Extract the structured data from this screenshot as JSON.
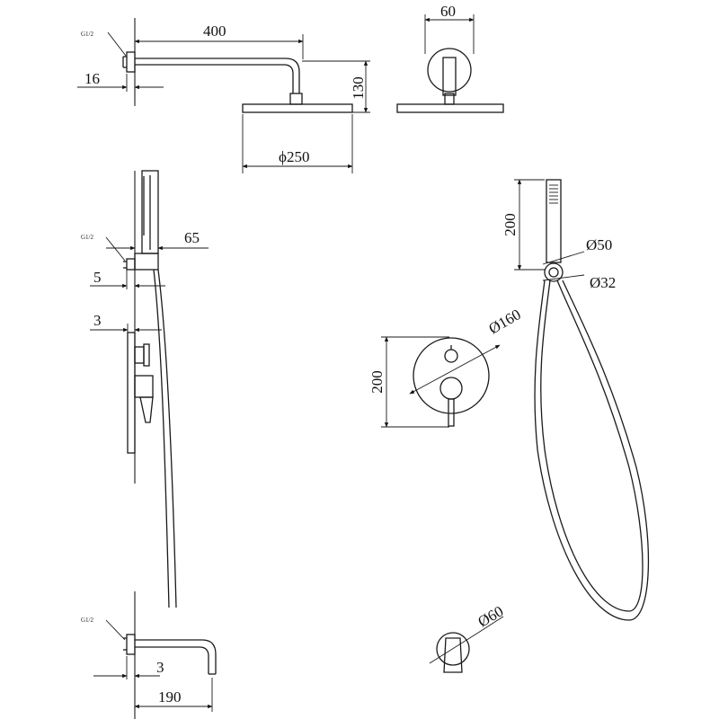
{
  "drawing": {
    "thread_label": "G1/2",
    "shower_arm": {
      "length": "400",
      "wall_offset": "16",
      "drop_height": "130",
      "head_diameter": "ϕ250",
      "flange_width": "60"
    },
    "hand_shower_side": {
      "projection": "65",
      "wall_outlet": "5"
    },
    "mixer_side": {
      "plate_thickness": "3"
    },
    "hand_shower_front": {
      "height": "200",
      "holder_outer": "Ø50",
      "holder_inner": "Ø32"
    },
    "mixer_front": {
      "plate_diameter": "Ø160",
      "height": "200"
    },
    "spout": {
      "plate_thickness": "3",
      "length": "190",
      "flange_diameter": "Ø60"
    }
  }
}
